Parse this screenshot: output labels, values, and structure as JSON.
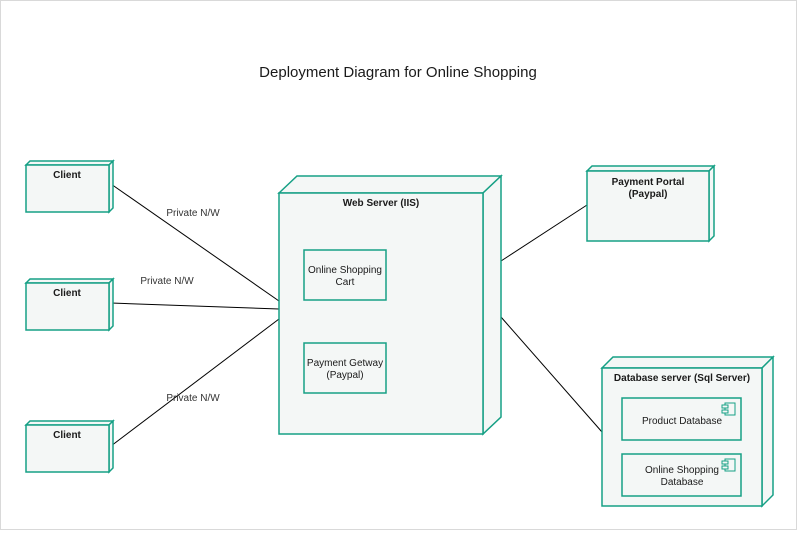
{
  "title": "Deployment Diagram for Online Shopping",
  "colors": {
    "node_stroke": "#16a085",
    "node_fill": "#f4f7f6",
    "edge": "#000000",
    "background": "#ffffff"
  },
  "nodes": {
    "client_1": {
      "label": "Client"
    },
    "client_2": {
      "label": "Client"
    },
    "client_3": {
      "label": "Client"
    },
    "web_server": {
      "label": "Web Server (IIS)",
      "components": [
        {
          "lines": [
            "Online Shopping",
            "Cart"
          ]
        },
        {
          "lines": [
            "Payment Getway",
            "(Paypal)"
          ]
        }
      ]
    },
    "payment_portal": {
      "lines": [
        "Payment Portal",
        "(Paypal)"
      ]
    },
    "database_server": {
      "label": "Database server (Sql Server)",
      "components": [
        {
          "lines": [
            "Product Database"
          ],
          "icon": "component-icon"
        },
        {
          "lines": [
            "Online Shopping",
            "Database"
          ],
          "icon": "component-icon"
        }
      ]
    }
  },
  "edges": [
    {
      "label": "Private N/W"
    },
    {
      "label": "Private N/W"
    },
    {
      "label": "Private N/W"
    }
  ]
}
